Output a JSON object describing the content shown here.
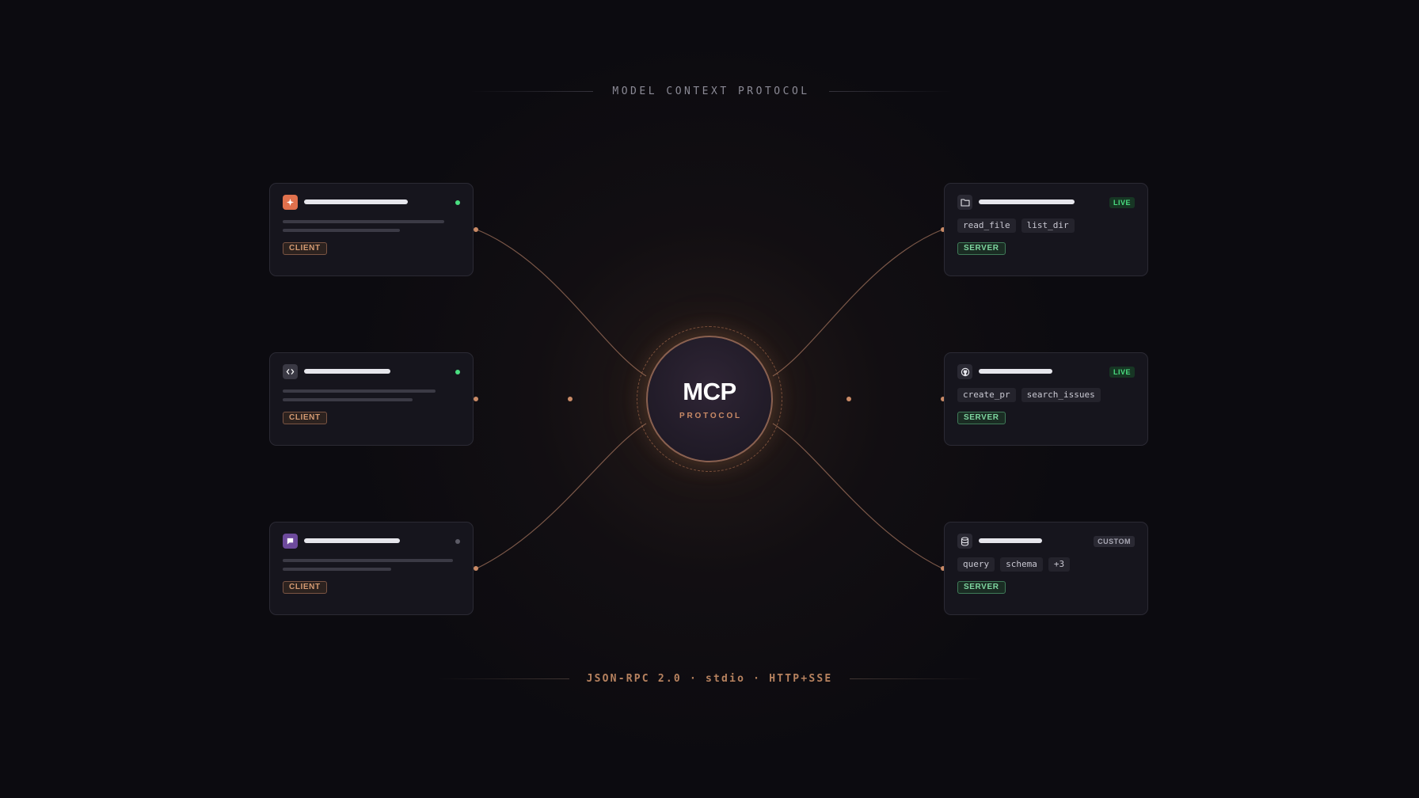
{
  "header": {
    "title": "MODEL CONTEXT PROTOCOL"
  },
  "hub": {
    "title": "MCP",
    "subtitle": "PROTOCOL"
  },
  "footer": {
    "text": "JSON-RPC 2.0 · stdio · HTTP+SSE"
  },
  "clients": [
    {
      "icon": "sparkle-icon",
      "icon_color": "#e0714d",
      "status": "online",
      "role": "CLIENT"
    },
    {
      "icon": "code-icon",
      "icon_color": "#3a3944",
      "status": "online",
      "role": "CLIENT"
    },
    {
      "icon": "chat-icon",
      "icon_color": "#6d4a9c",
      "status": "idle",
      "role": "CLIENT"
    }
  ],
  "servers": [
    {
      "icon": "folder-icon",
      "state": "LIVE",
      "tools": [
        "read_file",
        "list_dir"
      ],
      "role": "SERVER"
    },
    {
      "icon": "github-icon",
      "state": "LIVE",
      "tools": [
        "create_pr",
        "search_issues"
      ],
      "role": "SERVER"
    },
    {
      "icon": "database-icon",
      "state": "CUSTOM",
      "tools": [
        "query",
        "schema",
        "+3"
      ],
      "role": "SERVER"
    }
  ],
  "colors": {
    "background": "#0c0b10",
    "accent": "#c98a66",
    "online": "#4ade80",
    "idle": "#5c5b66",
    "card": "#16151d"
  }
}
